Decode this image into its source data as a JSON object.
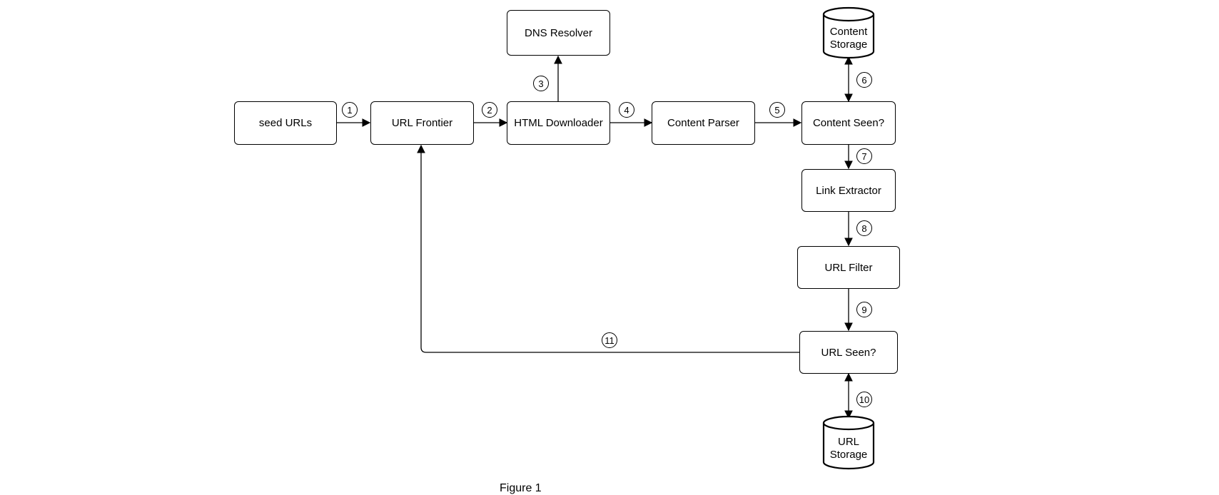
{
  "nodes": {
    "seed_urls": "seed URLs",
    "url_frontier": "URL Frontier",
    "html_downloader": "HTML Downloader",
    "dns_resolver": "DNS Resolver",
    "content_parser": "Content Parser",
    "content_seen": "Content Seen?",
    "content_storage": "Content\nStorage",
    "link_extractor": "Link Extractor",
    "url_filter": "URL Filter",
    "url_seen": "URL Seen?",
    "url_storage": "URL\nStorage"
  },
  "steps": [
    "1",
    "2",
    "3",
    "4",
    "5",
    "6",
    "7",
    "8",
    "9",
    "10",
    "11"
  ],
  "caption": "Figure 1"
}
